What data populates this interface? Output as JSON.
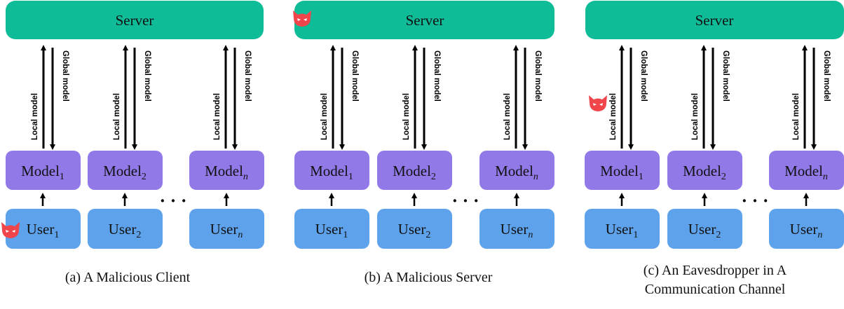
{
  "colors": {
    "server": "#0ebc98",
    "model": "#9179e8",
    "user": "#5ea2eb",
    "devil": "#f0454a",
    "arrow": "#000000"
  },
  "icons": {
    "attacker": "devil-icon"
  },
  "labels": {
    "server": "Server",
    "model": "Model",
    "user": "User",
    "local_model": "Local model",
    "global_model": "Global model",
    "ellipsis": "· · ·",
    "sub_1": "1",
    "sub_2": "2",
    "sub_n": "n"
  },
  "panels": [
    {
      "caption_lines": [
        "(a) A Malicious Client"
      ]
    },
    {
      "caption_lines": [
        "(b) A Malicious Server"
      ]
    },
    {
      "caption_lines": [
        "(c) An Eavesdropper in A",
        "Communication Channel"
      ]
    }
  ]
}
